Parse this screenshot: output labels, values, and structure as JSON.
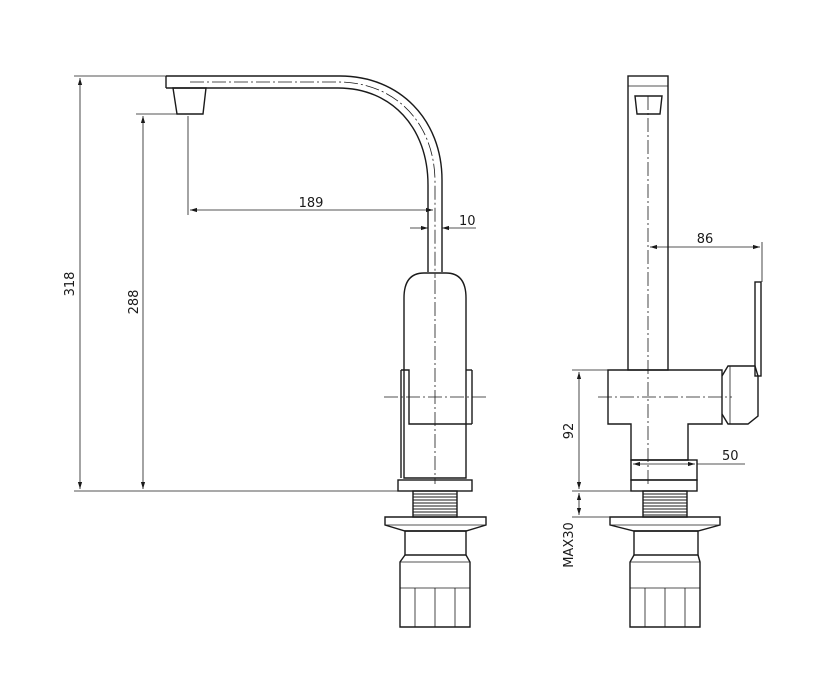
{
  "dimensions": {
    "total_height": "318",
    "spout_height": "288",
    "reach": "189",
    "spout_tube": "10",
    "handle_offset": "86",
    "body_height": "92",
    "body_base": "50",
    "max_counter_thickness": "MAX30"
  },
  "colors": {
    "line": "#1a1a1a",
    "background": "#ffffff"
  }
}
